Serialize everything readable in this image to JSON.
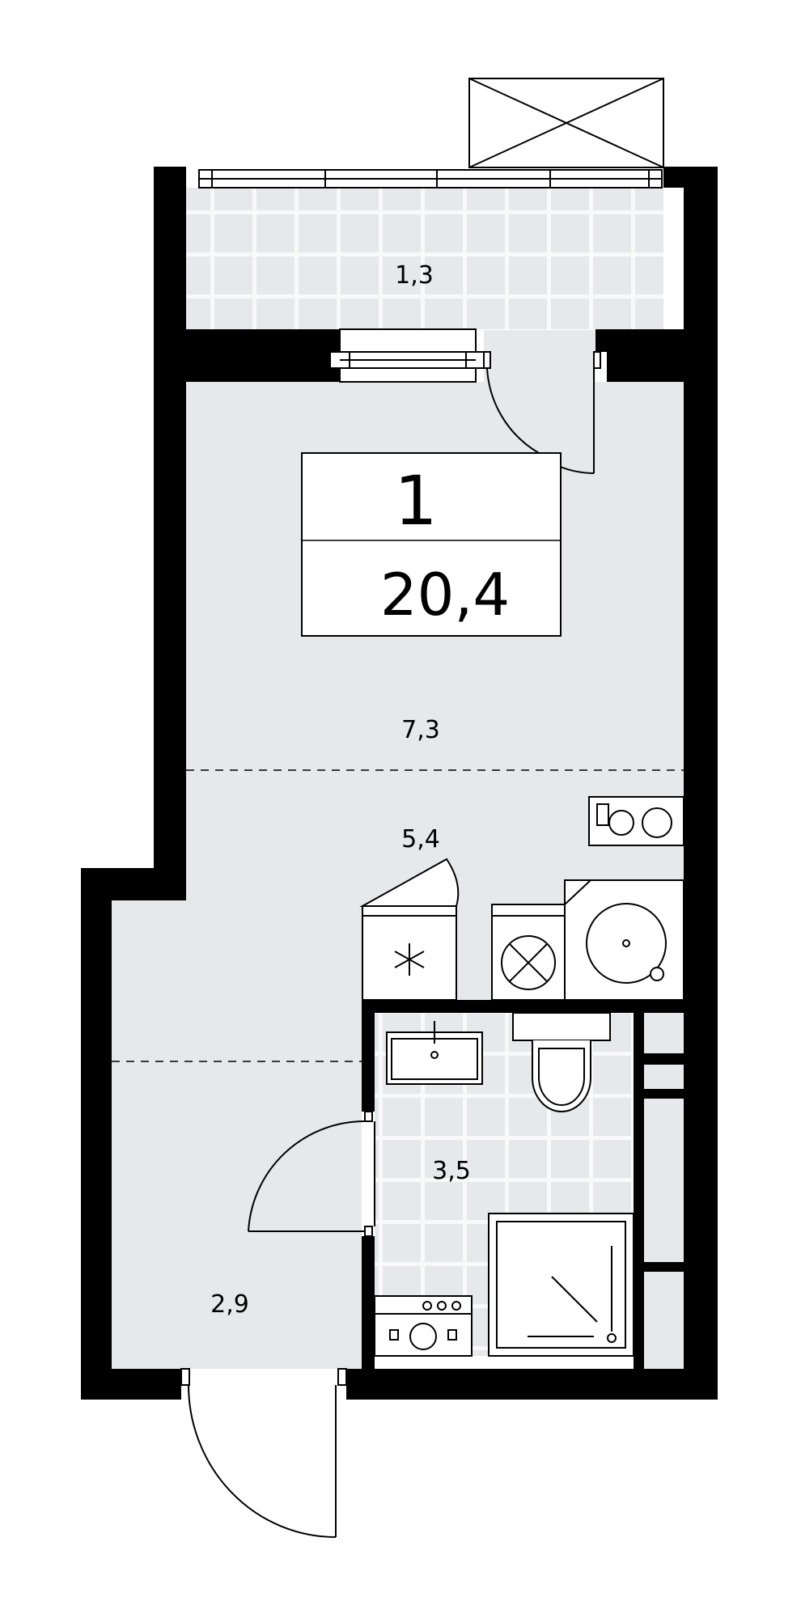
{
  "unit": {
    "rooms": "1",
    "total_area": "20,4"
  },
  "areas": {
    "balcony": "1,3",
    "living": "7,3",
    "kitchen": "5,4",
    "bathroom": "3,5",
    "hall": "2,9"
  },
  "colors": {
    "wall": "#000000",
    "floor": "#e6e8eb",
    "tile_line": "#ffffff",
    "background": "#ffffff",
    "line": "#000000"
  }
}
